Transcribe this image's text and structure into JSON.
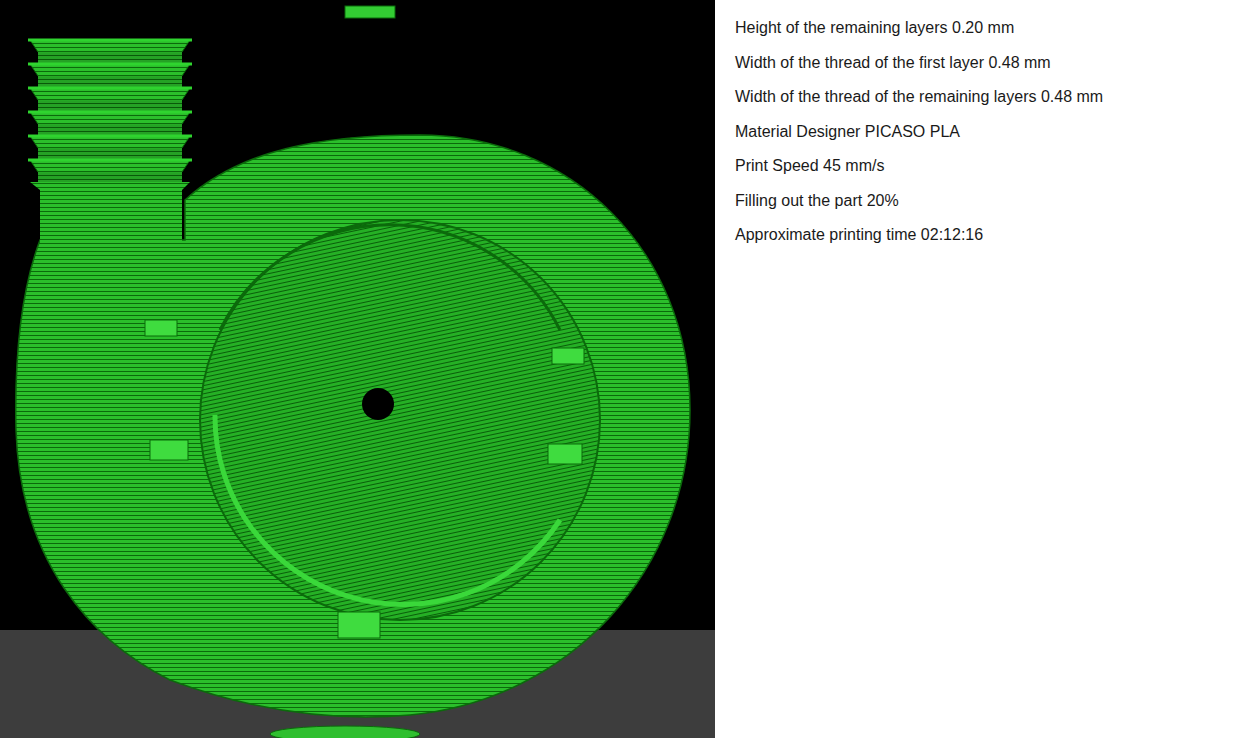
{
  "diagram": {
    "labels": [
      "Height of the remaining layers 0.20 mm",
      "Width of the thread of the first layer 0.48 mm",
      "Width of the thread of the remaining layers 0.48 mm",
      "Material Designer PICASO PLA",
      "Print Speed 45 mm/s",
      "Filling out the part 20%",
      "Approximate printing time 02:12:16"
    ]
  }
}
